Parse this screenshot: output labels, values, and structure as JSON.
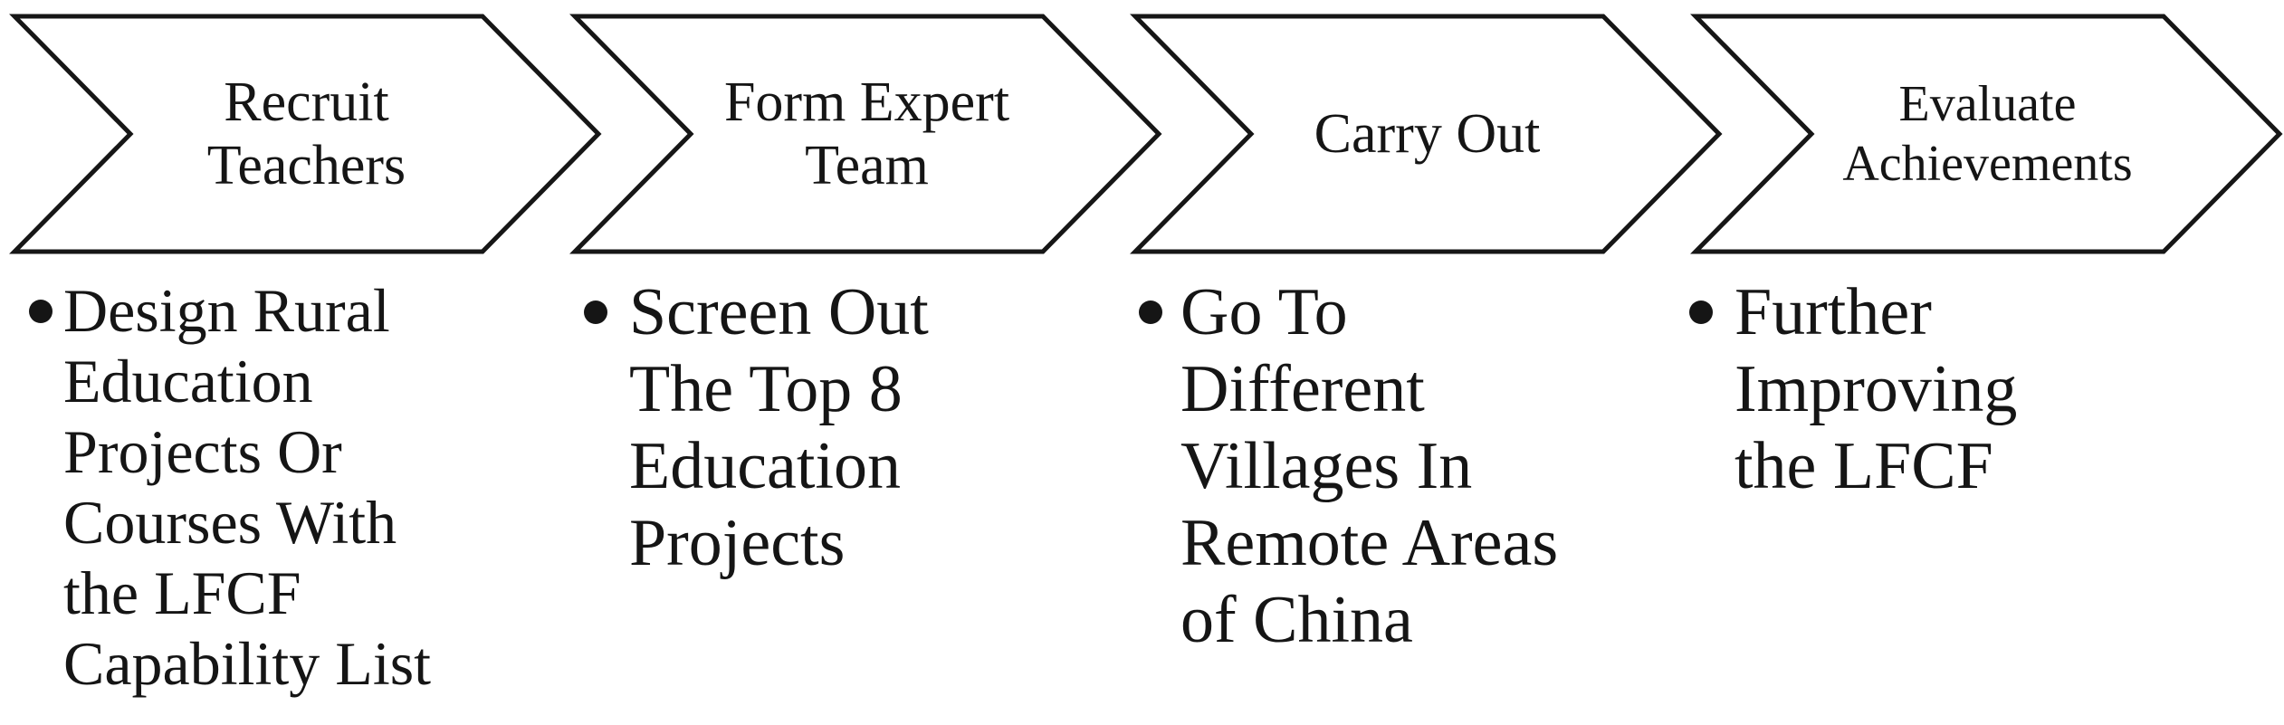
{
  "diagram": {
    "type": "process-flow",
    "colors": {
      "background": "#ffffff",
      "shape_fill": "#ffffff",
      "shape_stroke": "#161616",
      "text": "#151515"
    },
    "steps": [
      {
        "title": "Recruit\nTeachers",
        "detail": "Design Rural\nEducation\nProjects Or\nCourses With\nthe LFCF\nCapability List"
      },
      {
        "title": "Form Expert\nTeam",
        "detail": "Screen Out\nThe Top 8\nEducation\nProjects"
      },
      {
        "title": "Carry Out",
        "detail": "Go To\nDifferent\nVillages In\nRemote Areas\nof China"
      },
      {
        "title": "Evaluate\nAchievements",
        "detail": "Further\nImproving\nthe LFCF"
      }
    ]
  }
}
